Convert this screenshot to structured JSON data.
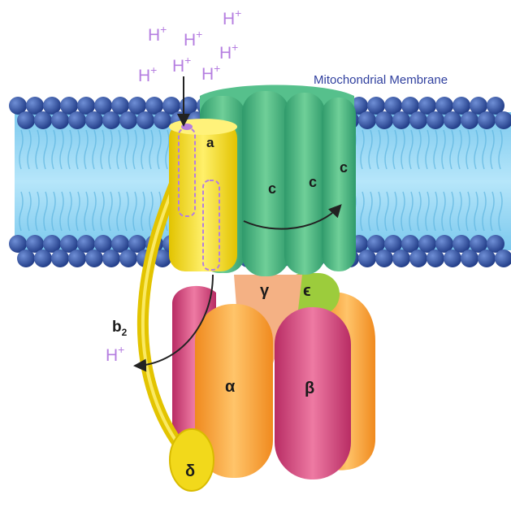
{
  "membrane_label": "Mitochondrial Membrane",
  "proton": {
    "base": "H",
    "charge": "+"
  },
  "subunits": {
    "a": "a",
    "c": "c",
    "b": "b",
    "b_sub": "2",
    "gamma": "γ",
    "epsilon": "ϵ",
    "alpha": "α",
    "beta": "β",
    "delta": "δ"
  },
  "colors": {
    "membrane_head": "#2f4f9e",
    "membrane_core": "#8fd4f2",
    "c_ring": "#3aa677",
    "subunit_a": "#f2d91b",
    "stalk": "#f2d91b",
    "alpha": "#f4a238",
    "beta": "#d9417c",
    "gamma": "#f4b184",
    "epsilon": "#9ccc3c",
    "proton_text": "#b57ee0",
    "membrane_text": "#2f3f9e"
  }
}
